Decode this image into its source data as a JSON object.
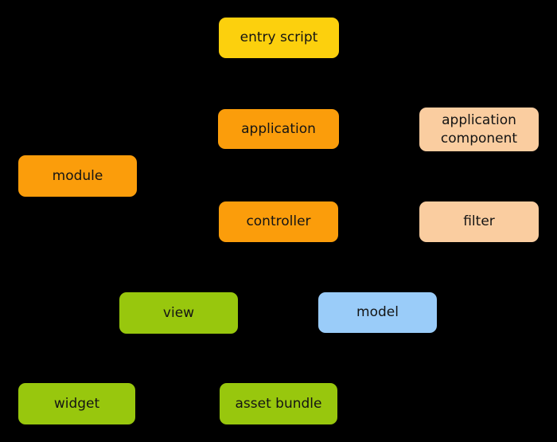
{
  "diagram": {
    "type": "application-structure-diagram",
    "background_color": "#000000",
    "text_color": "#141414",
    "colors": {
      "yellow": "#FCD00D",
      "orange": "#FB9D0B",
      "peach": "#FACDA0",
      "green": "#98C70D",
      "blue": "#9ACCF9"
    },
    "nodes": {
      "entry_script": {
        "label": "entry script",
        "color_role": "yellow"
      },
      "application": {
        "label": "application",
        "color_role": "orange"
      },
      "application_component": {
        "label": "application component",
        "color_role": "peach"
      },
      "module": {
        "label": "module",
        "color_role": "orange"
      },
      "controller": {
        "label": "controller",
        "color_role": "orange"
      },
      "filter": {
        "label": "filter",
        "color_role": "peach"
      },
      "view": {
        "label": "view",
        "color_role": "green"
      },
      "model": {
        "label": "model",
        "color_role": "blue"
      },
      "widget": {
        "label": "widget",
        "color_role": "green"
      },
      "asset_bundle": {
        "label": "asset bundle",
        "color_role": "green"
      }
    }
  }
}
